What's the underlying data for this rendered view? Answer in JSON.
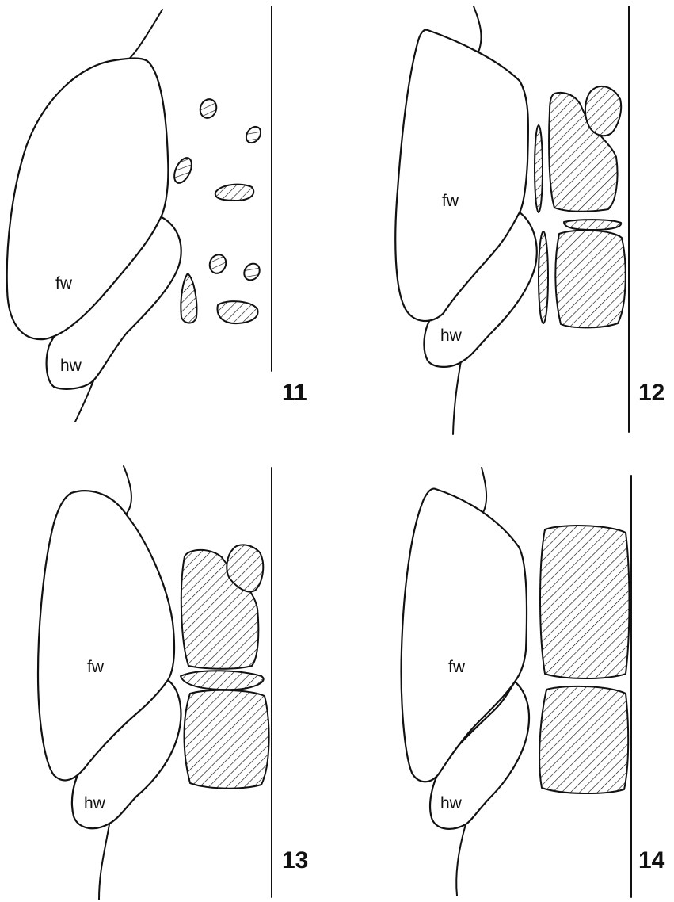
{
  "labels": {
    "forewing": "fw",
    "hindwing": "hw"
  },
  "panels": [
    {
      "number": "11",
      "pattern": "scattered small spots"
    },
    {
      "number": "12",
      "pattern": "large blocks with narrow streaks"
    },
    {
      "number": "13",
      "pattern": "two blocks separated by a thin bar"
    },
    {
      "number": "14",
      "pattern": "two large blocks"
    }
  ],
  "colors": {
    "ink": "#111111",
    "background": "#ffffff"
  }
}
